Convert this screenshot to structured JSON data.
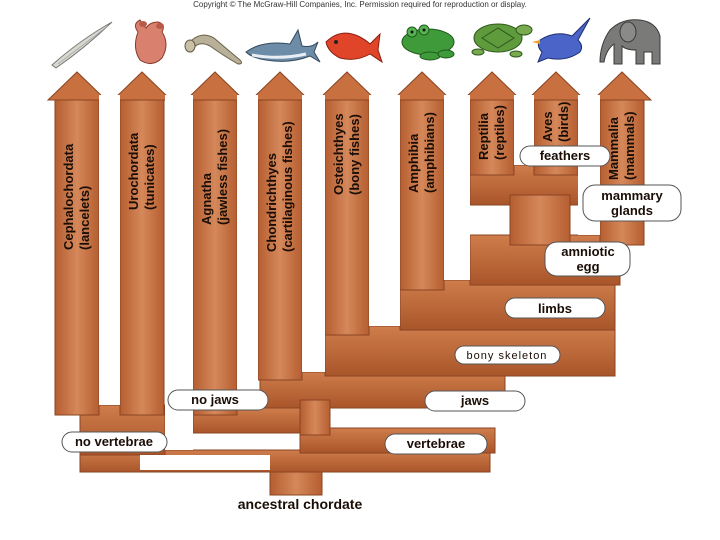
{
  "copyright": "Copyright © The McGraw-Hill Companies, Inc. Permission required for reproduction or display.",
  "colors": {
    "branch": "#c8703f",
    "branch_dark": "#a3522a",
    "branch_light": "#dd9a6c",
    "background": "#ffffff",
    "label_box": "#ffffff"
  },
  "taxa": [
    {
      "name": "Cephalochordata",
      "common": "(lancelets)",
      "icon": "lancelet-icon"
    },
    {
      "name": "Urochordata",
      "common": "(tunicates)",
      "icon": "tunicate-icon"
    },
    {
      "name": "Agnatha",
      "common": "(jawless fishes)",
      "icon": "lamprey-icon"
    },
    {
      "name": "Chondrichthyes",
      "common": "(cartilaginous fishes)",
      "icon": "shark-icon"
    },
    {
      "name": "Osteichthyes",
      "common": "(bony fishes)",
      "icon": "bony-fish-icon"
    },
    {
      "name": "Amphibia",
      "common": "(amphibians)",
      "icon": "frog-icon"
    },
    {
      "name": "Reptilia",
      "common": "(reptiles)",
      "icon": "turtle-icon"
    },
    {
      "name": "Aves",
      "common": "(birds)",
      "icon": "bird-icon"
    },
    {
      "name": "Mammalia",
      "common": "(mammals)",
      "icon": "elephant-icon"
    }
  ],
  "traits": {
    "feathers": "feathers",
    "mammary_line1": "mammary",
    "mammary_line2": "glands",
    "amniotic_line1": "amniotic",
    "amniotic_line2": "egg",
    "limbs": "limbs",
    "bony_skeleton": "bony skeleton",
    "jaws": "jaws",
    "no_jaws": "no jaws",
    "vertebrae": "vertebrae",
    "no_vertebrae": "no vertebrae"
  },
  "root": "ancestral chordate"
}
